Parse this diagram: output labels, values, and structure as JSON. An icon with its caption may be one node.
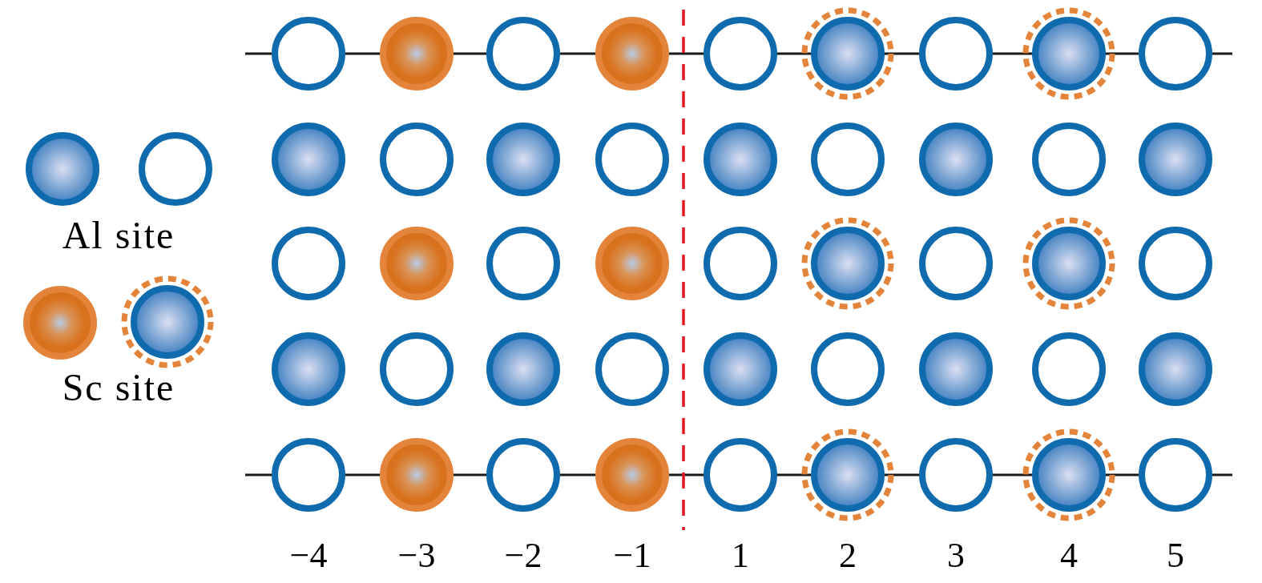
{
  "diagram": {
    "labels": [
      "−4",
      "−3",
      "−2",
      "−1",
      "1",
      "2",
      "3",
      "4",
      "5"
    ],
    "legend": [
      {
        "text": "Al site"
      },
      {
        "text": "Sc site"
      }
    ]
  }
}
